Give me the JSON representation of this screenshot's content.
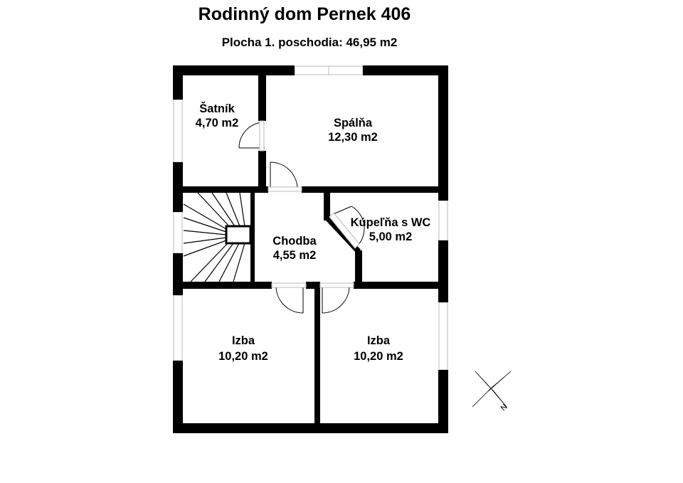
{
  "title": "Rodinný dom Pernek 406",
  "subtitle": "Plocha 1. poschodia: 46,95 m2",
  "rooms": [
    {
      "id": "satnik",
      "name": "Šatník",
      "area": "4,70 m2"
    },
    {
      "id": "spalna",
      "name": "Spálňa",
      "area": "12,30 m2"
    },
    {
      "id": "kupelna",
      "name": "Kúpeľňa s WC",
      "area": "5,00  m2"
    },
    {
      "id": "chodba",
      "name": "Chodba",
      "area": "4,55 m2"
    },
    {
      "id": "izba-1",
      "name": "Izba",
      "area": "10,20 m2"
    },
    {
      "id": "izba-2",
      "name": "Izba",
      "area": "10,20 m2"
    }
  ],
  "compass": {
    "label": "N"
  },
  "colors": {
    "wall": "#000000",
    "window": "#bbbbbb",
    "background": "#ffffff"
  }
}
